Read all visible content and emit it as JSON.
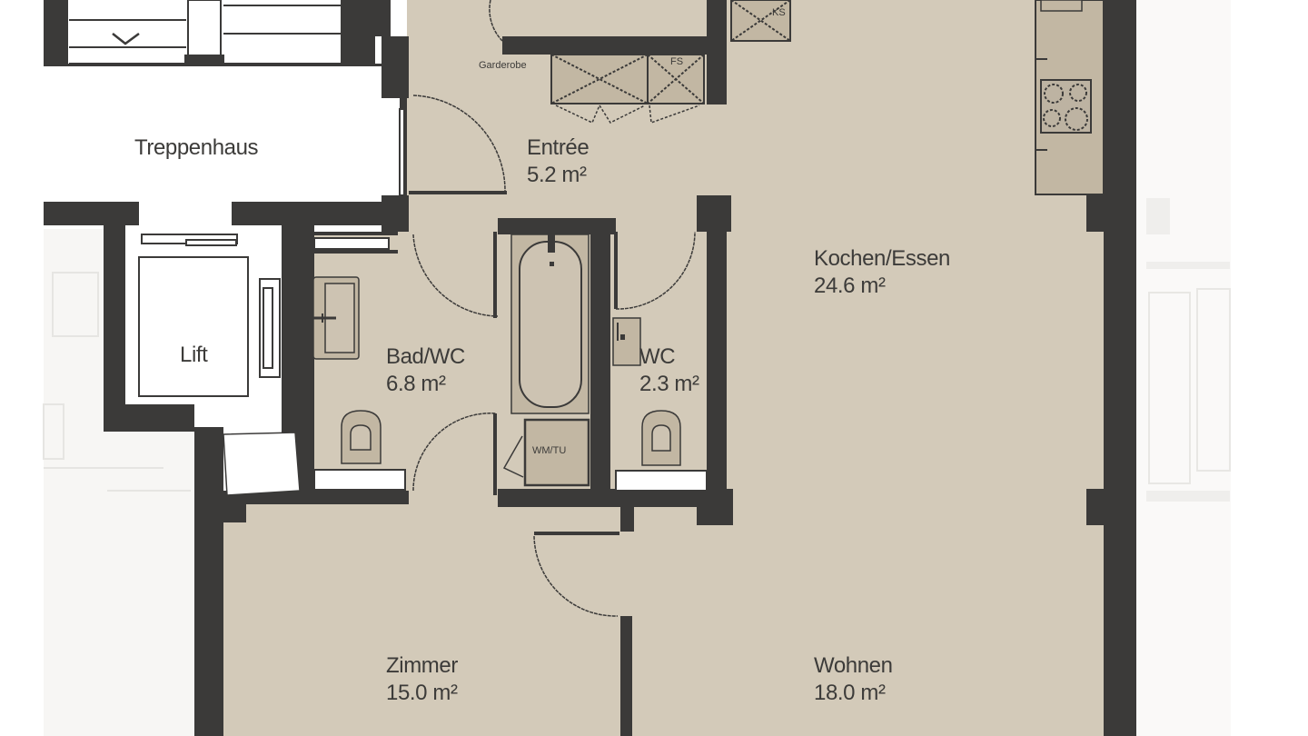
{
  "plan": {
    "type": "apartment floor plan",
    "colors": {
      "floor": "#d3cab9",
      "fixture": "#c2b7a3",
      "wall": "#3b3a39",
      "common_area": "#ffffff",
      "neighbor_faded": "#f1f0ee",
      "text": "#3c3b39"
    },
    "area_unit": "m²",
    "rooms": [
      {
        "id": "treppenhaus",
        "name": "Treppenhaus",
        "area": "",
        "type": "common"
      },
      {
        "id": "lift",
        "name": "Lift",
        "area": "",
        "type": "common"
      },
      {
        "id": "entree",
        "name": "Entrée",
        "area": "5.2",
        "type": "apartment"
      },
      {
        "id": "kochen-essen",
        "name": "Kochen/Essen",
        "area": "24.6",
        "type": "apartment"
      },
      {
        "id": "bad-wc",
        "name": "Bad/WC",
        "area": "6.8",
        "type": "apartment"
      },
      {
        "id": "wc",
        "name": "WC",
        "area": "2.3",
        "type": "apartment"
      },
      {
        "id": "zimmer",
        "name": "Zimmer",
        "area": "15.0",
        "type": "apartment"
      },
      {
        "id": "wohnen",
        "name": "Wohnen",
        "area": "18.0",
        "type": "apartment"
      }
    ],
    "fixture_labels": {
      "garderobe": "Garderobe",
      "fs": "FS",
      "ks": "KS",
      "wm_tu": "WM/TU"
    }
  },
  "labels": {
    "treppenhaus": {
      "name": "Treppenhaus"
    },
    "lift": {
      "name": "Lift"
    },
    "entree": {
      "name": "Entrée",
      "area": "5.2 m²"
    },
    "kochen_essen": {
      "name": "Kochen/Essen",
      "area": "24.6 m²"
    },
    "bad_wc": {
      "name": "Bad/WC",
      "area": "6.8 m²"
    },
    "wc": {
      "name": "WC",
      "area": "2.3 m²"
    },
    "zimmer": {
      "name": "Zimmer",
      "area": "15.0 m²"
    },
    "wohnen": {
      "name": "Wohnen",
      "area": "18.0 m²"
    },
    "garderobe": "Garderobe",
    "fs": "FS",
    "ks": "KS",
    "wm_tu": "WM/TU"
  }
}
